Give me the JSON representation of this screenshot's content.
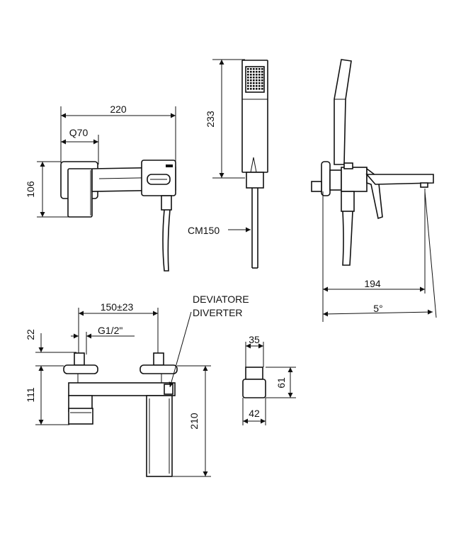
{
  "drawing": {
    "front_view": {
      "width_total": "220",
      "plate_width": "Q70",
      "height": "106"
    },
    "hand_shower": {
      "length": "233",
      "hose": "CM150"
    },
    "side_view": {
      "projection": "194",
      "angle": "5°"
    },
    "top_view": {
      "centers": "150±23",
      "thread": "G1/2\"",
      "inlet_height": "22",
      "depth": "111",
      "spout_length": "210",
      "diverter_label_it": "DEVIATORE",
      "diverter_label_en": "DIVERTER"
    },
    "nut_detail": {
      "top_width": "35",
      "height": "61",
      "bottom_width": "42"
    }
  }
}
